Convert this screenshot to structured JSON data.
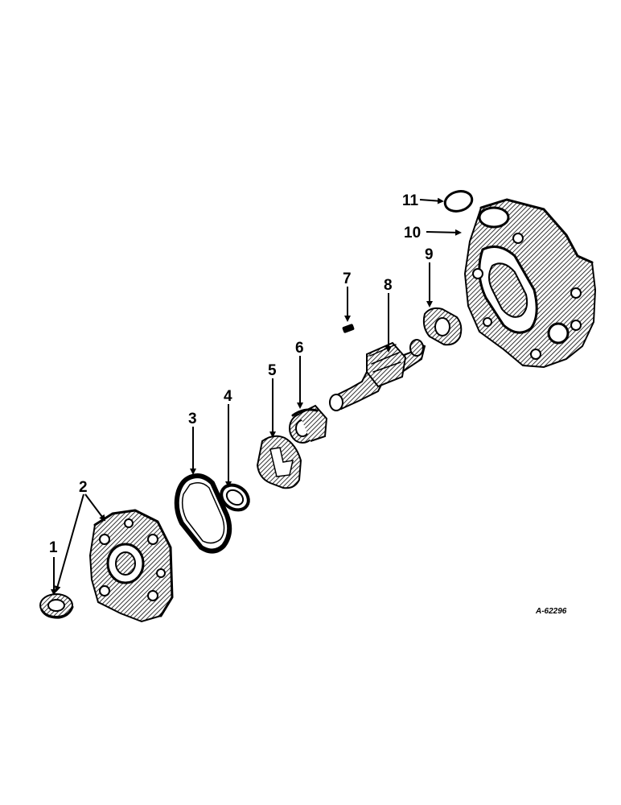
{
  "diagram": {
    "drawing_code": "A-62296",
    "callouts": [
      {
        "id": "1",
        "label": "1"
      },
      {
        "id": "2",
        "label": "2"
      },
      {
        "id": "3",
        "label": "3"
      },
      {
        "id": "4",
        "label": "4"
      },
      {
        "id": "5",
        "label": "5"
      },
      {
        "id": "6",
        "label": "6"
      },
      {
        "id": "7",
        "label": "7"
      },
      {
        "id": "8",
        "label": "8"
      },
      {
        "id": "9",
        "label": "9"
      },
      {
        "id": "10",
        "label": "10"
      },
      {
        "id": "11",
        "label": "11"
      }
    ]
  }
}
